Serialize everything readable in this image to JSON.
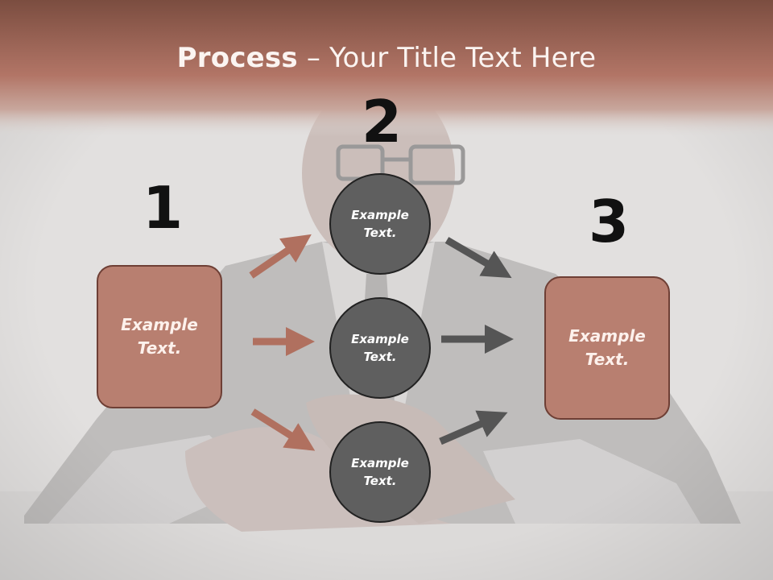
{
  "title": {
    "bold": "Process",
    "dash": " – ",
    "rest": "Your Title Text Here"
  },
  "steps": [
    {
      "number": "1",
      "text": "Example Text."
    },
    {
      "number": "2",
      "items": [
        "Example Text.",
        "Example Text.",
        "Example Text."
      ]
    },
    {
      "number": "3",
      "text": "Example Text."
    }
  ],
  "colors": {
    "accent": "#b87f70",
    "circle": "#5f5f5f",
    "arrow_left": "#b0705f",
    "arrow_right": "#555555"
  }
}
